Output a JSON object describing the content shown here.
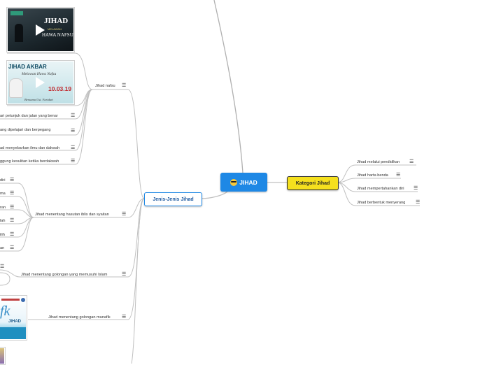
{
  "central": {
    "icon": "sunglasses-emoji-icon",
    "title": "JIHAD"
  },
  "branches": {
    "jenis": {
      "label": "Jenis-Jenis Jihad"
    },
    "kategori": {
      "label": "Kategori Jihad"
    }
  },
  "kategori_items": [
    "Jihad melalui pendidikan",
    "Jihad harta benda",
    "Jihad mempertahankan diri",
    "Jihad berbentuk menyerang"
  ],
  "jenis_items": [
    "Jihad nafsu",
    "Jihad menentang hasutan iblis dan syaitan",
    "Jihad menentang golongan yang memusuhi Islam",
    "Jihad menentang golongan munafik"
  ],
  "nafsu_items": [
    "ari petunjuk dan jalan yang benar",
    "ang   dipelajari   dan   berpegang",
    "ad menyebarkan ilmu dan dakwah",
    "ggung kesulitan ketika berdakwah"
  ],
  "hasutan_items": [
    "diri",
    "ma",
    "ran",
    "lah",
    "ilih",
    "an"
  ],
  "images": {
    "video1": {
      "line1": "JIHAD",
      "line2": "MELAWAN",
      "line3": "HAWA NAFSU"
    },
    "video2": {
      "line1": "JIHAD AKBAR",
      "line2": "Melawan Hawa Nafsu",
      "date": "10.03.19",
      "speaker": "Bersama Ust. Fariduri"
    },
    "poster": {
      "word": "JIHAD"
    }
  },
  "menu_icon": "hamburger-menu-icon",
  "colors": {
    "central": "#1e88e5",
    "kategori": "#f5e01e",
    "line": "#c0c0c0"
  }
}
